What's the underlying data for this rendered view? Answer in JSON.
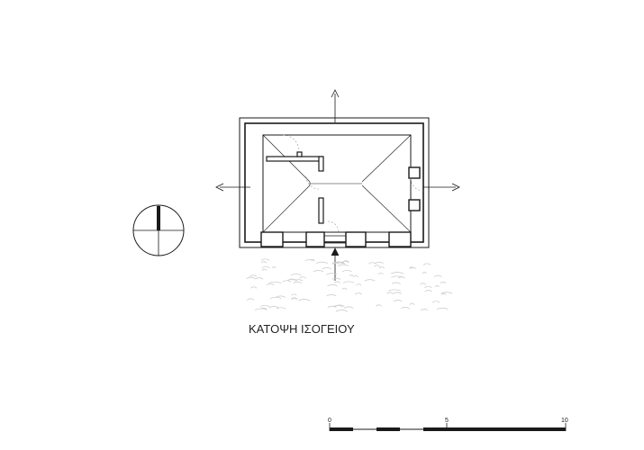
{
  "drawing": {
    "title": "ΚΑΤΟΨΗ ΙΣΟΓΕΙΟΥ",
    "scale_bar": {
      "labels": [
        "0",
        "5",
        "10"
      ]
    }
  },
  "colors": {
    "line": "#1a1a1a",
    "thin_line": "#444444",
    "ground_hatch": "#c8c8c8",
    "door_swing": "#9a9a9a"
  }
}
